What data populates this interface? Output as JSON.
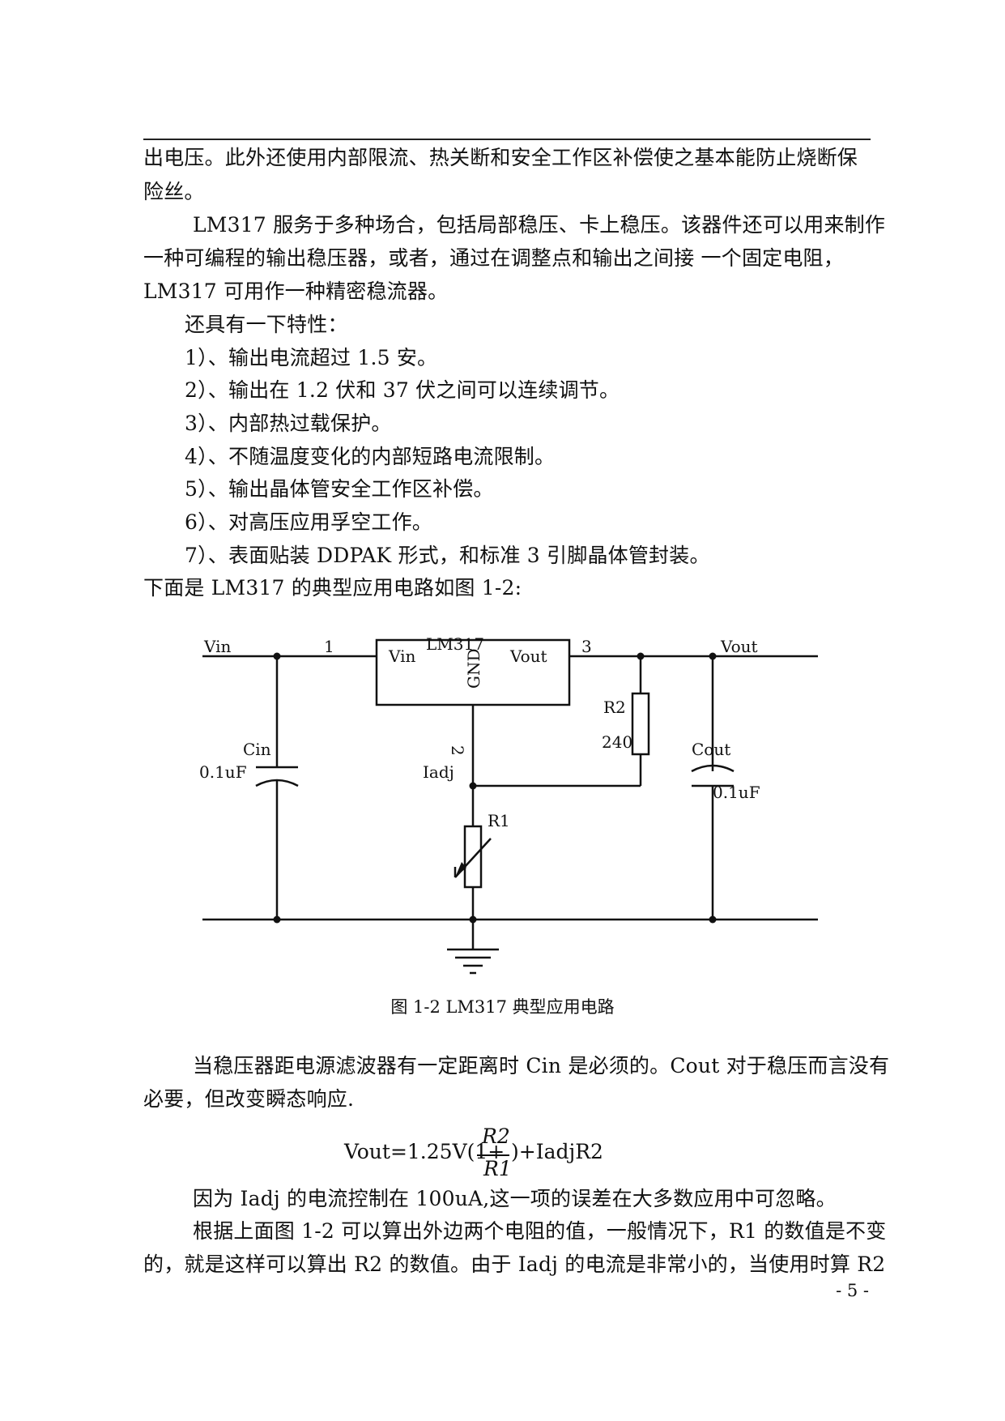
{
  "paragraphs": {
    "p1_line1": "出电压。此外还使用内部限流、热关断和安全工作区补偿使之基本能防止烧断保",
    "p1_line2": "险丝。",
    "p2_line1": "LM317 服务于多种场合，包括局部稳压、卡上稳压。该器件还可以用来制作",
    "p2_line2": "一种可编程的输出稳压器，或者，通过在调整点和输出之间接  一个固定电阻，",
    "p2_line3": "LM317 可用作一种精密稳流器。",
    "features_intro": "还具有一下特性：",
    "features": [
      "1）、输出电流超过 1.5 安。",
      "2）、输出在 1.2 伏和 37 伏之间可以连续调节。",
      "3）、内部热过载保护。",
      "4）、不随温度变化的内部短路电流限制。",
      "5）、输出晶体管安全工作区补偿。",
      "6）、对高压应用孚空工作。",
      "7）、表面贴装 DDPAK 形式，和标准 3 引脚晶体管封装。"
    ],
    "figure_intro": "下面是 LM317 的典型应用电路如图 1-2:",
    "p3_line1": "当稳压器距电源滤波器有一定距离时 Cin 是必须的。Cout 对于稳压而言没有",
    "p3_line2": "必要，但改变瞬态响应.",
    "p4": "因为 Iadj 的电流控制在 100uA,这一项的误差在大多数应用中可忽略。",
    "p5_line1": "根据上面图 1-2 可以算出外边两个电阻的值，一般情况下，R1 的数值是不变",
    "p5_line2": "的，就是这样可以算出 R2 的数值。由于 Iadj 的电流是非常小的，当使用时算 R2"
  },
  "circuit": {
    "vin": "Vin",
    "vout": "Vout",
    "pin1": "1",
    "pin2": "2",
    "pin3": "3",
    "chip_name": "LM317",
    "chip_vin": "Vin",
    "chip_vout": "Vout",
    "chip_gnd": "GND",
    "r2_name": "R2",
    "r2_value": "240",
    "r1_name": "R1",
    "cin_name": "Cin",
    "cin_value": "0.1uF",
    "cout_name": "Cout",
    "cout_value": "0.1uF",
    "iadj": "Iadj"
  },
  "figure_caption": "图 1-2    LM317 典型应用电路",
  "formula": {
    "left": "Vout=1.25V(1+",
    "numerator": "R2",
    "denominator": "R1",
    "right": ")+IadjR2"
  },
  "page_number": "- 5 -"
}
